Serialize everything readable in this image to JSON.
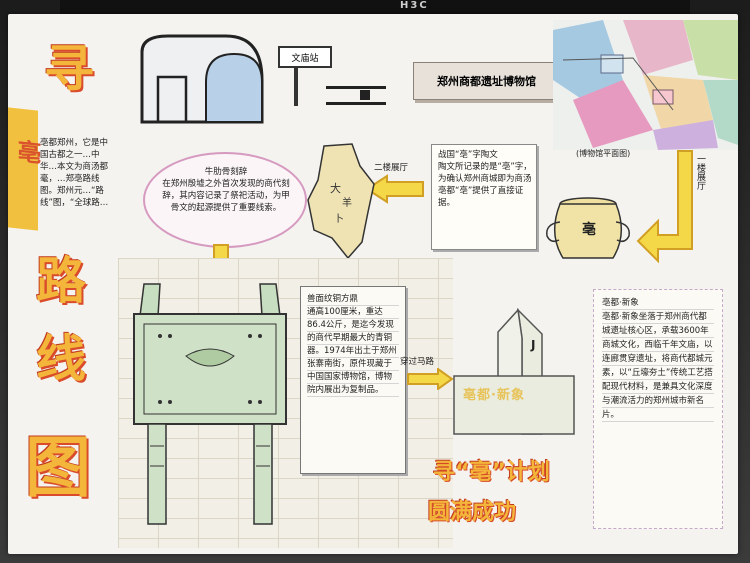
{
  "title_chars": [
    "寻",
    "亳",
    "路",
    "线",
    "图"
  ],
  "intro_text": "亳都郑州，它是中国古都之一…中华…本文为商汤都毫，…郑亳路线图。郑州元…“路线”图，“全球路…",
  "station_sign": "文庙站",
  "museum_sign": "郑州商都遗址博物馆",
  "map_caption": "(博物馆平面图)",
  "floor_label": "一楼展厅",
  "second_floor_label": "二楼展厅",
  "oracle_text": "牛肋骨刻辞\n在郑州殷墟之外首次发现的商代刻辞，其内容记录了祭祀活动，为甲骨文的起源提供了重要线索。",
  "pottery_text": "战国“亳”字陶文\n陶文所记录的是“亳”字，为确认郑州商城即为商汤亳都“亳”提供了直接证据。",
  "pottery_mark": "亳",
  "ding_text": "兽面纹铜方鼎\n通高100厘米，重达86.4公斤，是迄今发现的商代早期最大的青铜器。1974年出土于郑州张寨南街，原件现藏于中国国家博物馆，博物院内展出为复制品。",
  "arrow_label": "穿过马路",
  "monument_label": "亳都·新象",
  "monument_mark": "J",
  "new_image_text": "亳都·新象\n亳都·新象坐落于郑州商代都城遗址核心区，承载3600年商城文化，西临千年文庙，以连廊贯穿遗址，将商代都城元素，以“丘壕夯土”传统工艺搭配现代材料，是兼具文化深度与潮流活力的郑州城市新名片。",
  "slogan_line1": "寻“亳”计划",
  "slogan_line2": "圆满成功",
  "brand": "H3C"
}
